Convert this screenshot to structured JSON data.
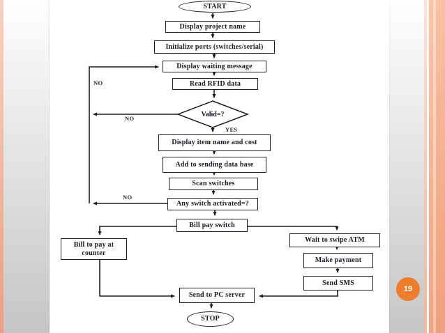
{
  "slide": {
    "page_number": "19",
    "colors": {
      "accent_orange": "#ef7d2e",
      "line_black": "#1c1c22"
    }
  },
  "flowchart": {
    "nodes": {
      "start": "START",
      "display_project_name": "Display project name",
      "initialize_ports": "Initialize ports (switches/serial)",
      "display_waiting_message": "Display waiting message",
      "read_rfid_data": "Read RFID data",
      "valid_decision": "Valid=?",
      "display_item_name_cost": "Display item name and cost",
      "add_to_sending_database": "Add to sending data base",
      "scan_switches": "Scan switches",
      "any_switch_activated": "Any switch activated=?",
      "bill_pay_switch": "Bill pay switch",
      "bill_to_pay_at_counter": "Bill to pay at counter",
      "wait_to_swipe_atm": "Wait to swipe ATM",
      "make_payment": "Make payment",
      "send_sms": "Send SMS",
      "send_to_pc_server": "Send to PC server",
      "stop": "STOP"
    },
    "edge_labels": {
      "no_loop_top": "NO",
      "no_valid": "NO",
      "yes_valid": "YES",
      "no_any_switch": "NO"
    }
  }
}
